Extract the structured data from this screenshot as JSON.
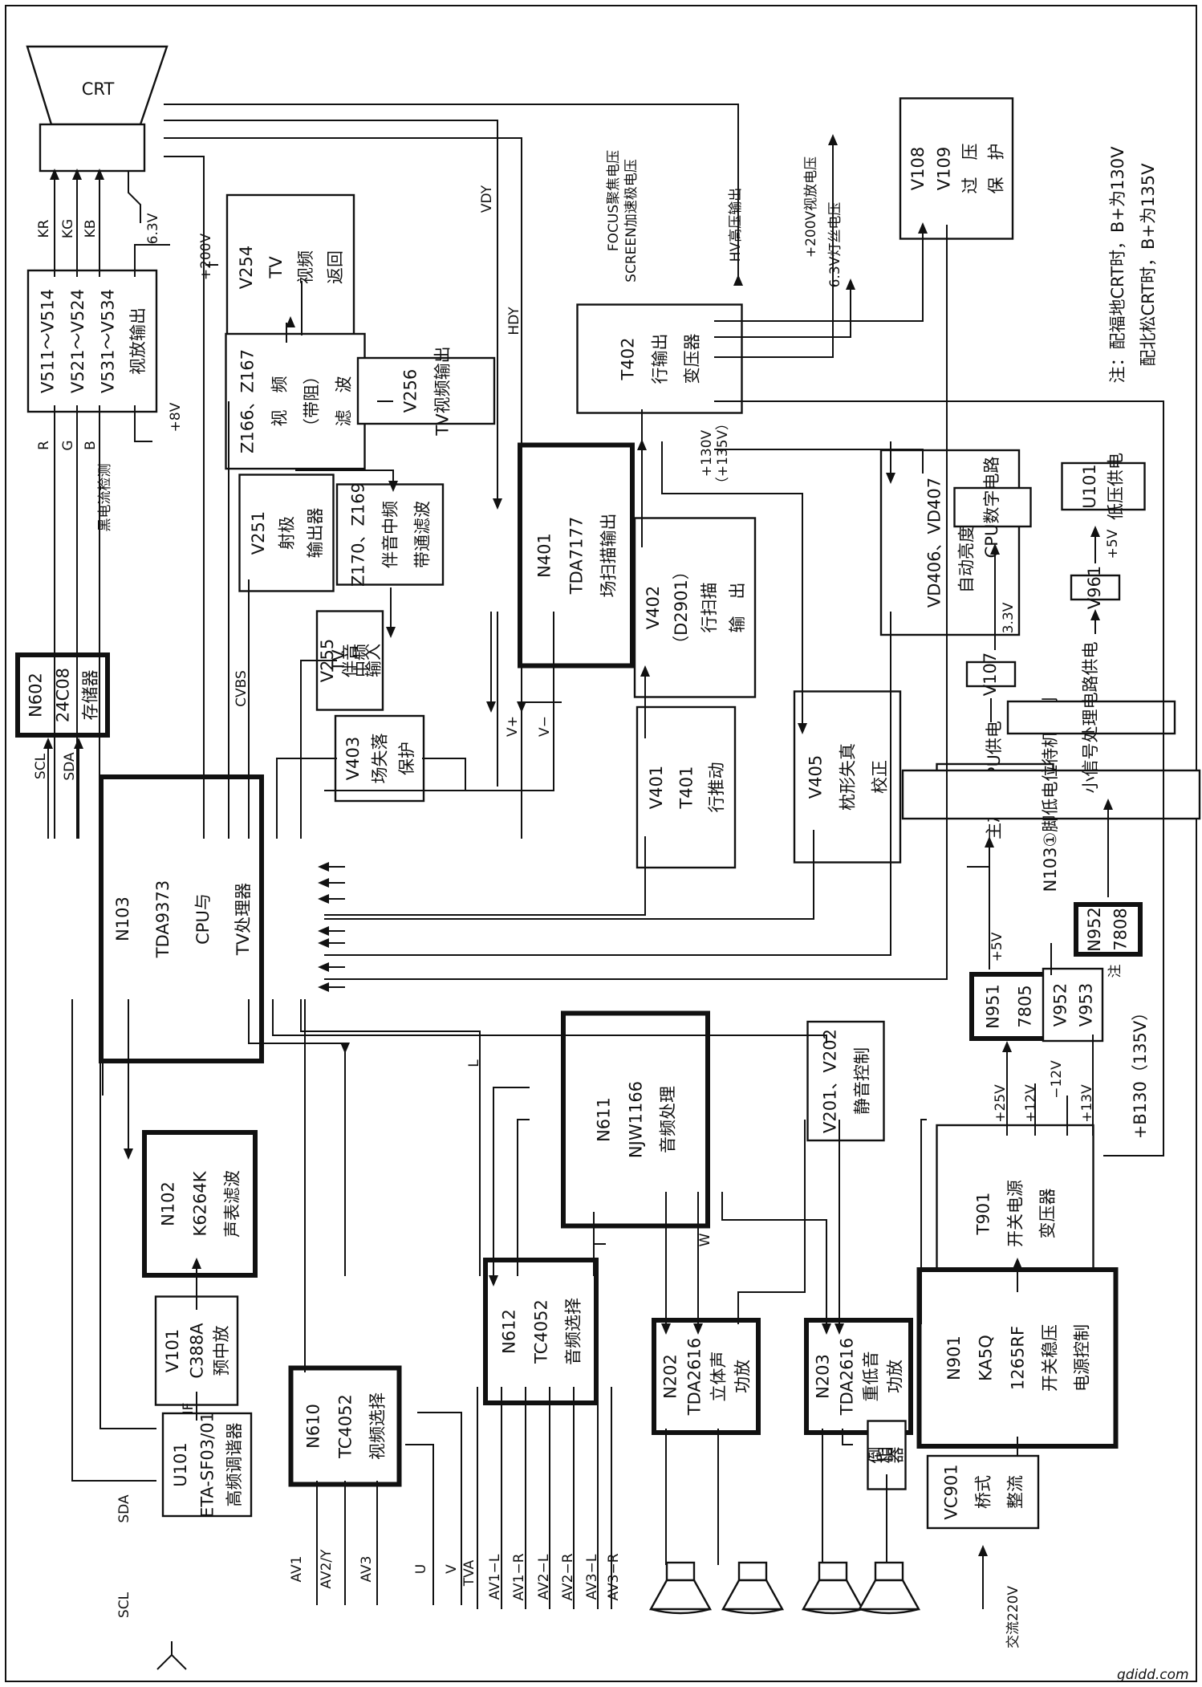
{
  "blocks": {
    "crt": [
      "CRT"
    ],
    "v511": [
      "V511～V514",
      "V521～V524",
      "V531～V534",
      "视放输出"
    ],
    "v254": [
      "V254",
      "TV",
      "视频",
      "返回"
    ],
    "z166": [
      "Z166、Z167",
      "视　频",
      "（带阻）",
      "滤　波"
    ],
    "v256": [
      "V256",
      "TV视频输出"
    ],
    "v251": [
      "V251",
      "射极",
      "输出器"
    ],
    "z170": [
      "Z170、Z169",
      "伴音中频",
      "带通滤波"
    ],
    "v255": [
      "V255",
      "TV",
      "伴音",
      "中频",
      "输入"
    ],
    "n401": [
      "N401",
      "TDA7177",
      "场扫描输出"
    ],
    "v403": [
      "V403",
      "场失落",
      "保护"
    ],
    "t402": [
      "T402",
      "行输出",
      "变压器"
    ],
    "v402": [
      "V402",
      "（D2901）",
      "行扫描",
      "输　出"
    ],
    "v401": [
      "V401",
      "T401",
      "行推动"
    ],
    "v405": [
      "V405",
      "枕形失真",
      "校正"
    ],
    "vd406": [
      "VD406、VD407",
      "自动亮度限制"
    ],
    "v108": [
      "V108",
      "V109",
      "过　压",
      "保　护"
    ],
    "n602": [
      "N602",
      "24C08",
      "存储器"
    ],
    "n103": [
      "N103",
      "TDA9373",
      "CPU与",
      "TV处理器"
    ],
    "n102": [
      "N102",
      "K6264K",
      "声表滤波"
    ],
    "v101": [
      "V101",
      "C388A",
      "预中放"
    ],
    "u101t": [
      "U101",
      "ETA-SF03/01",
      "高频调谐器"
    ],
    "n610": [
      "N610",
      "TC4052",
      "视频选择"
    ],
    "n612": [
      "N612",
      "TC4052",
      "音频选择"
    ],
    "n611": [
      "N611",
      "NJW1166",
      "音频处理"
    ],
    "v201": [
      "V201、V202",
      "静音控制"
    ],
    "n202": [
      "N202",
      "TDA2616",
      "立体声",
      "功放"
    ],
    "n203": [
      "N203",
      "TDA2616",
      "重低音",
      "功放"
    ],
    "phase": [
      "倒",
      "相",
      "器"
    ],
    "t901": [
      "T901",
      "开关电源",
      "变压器"
    ],
    "n901": [
      "N901",
      "KA5Q",
      "1265RF",
      "开关稳压",
      "电源控制"
    ],
    "vc901": [
      "VC901",
      "桥式",
      "整流"
    ],
    "n951": [
      "N951",
      "7805"
    ],
    "v952": [
      "V952",
      "V953"
    ],
    "n952": [
      "N952",
      "7808"
    ],
    "mcpu": [
      "主芯片CPU供电"
    ],
    "n103ctl": [
      "N103①脚低电位待机控制"
    ],
    "small": [
      "小信号处理电路供电"
    ],
    "v107": [
      "V107"
    ],
    "cpud": [
      "CPU数字电路"
    ],
    "v961": [
      "V961"
    ],
    "u101p": [
      "U101",
      "低压供电"
    ]
  },
  "signals": {
    "kr": "KR",
    "kg": "KG",
    "kb": "KB",
    "r": "R",
    "g": "G",
    "b": "B",
    "heater": "6.3V",
    "v200": "+200V",
    "v8": "+8V",
    "beam": "黑电流检测",
    "vdy": "VDY",
    "hdy": "HDY",
    "focus": "FOCUS聚焦电压",
    "screen": "SCREEN加速极电压",
    "hv": "HV高压输出",
    "v200out": "+200V视放电压",
    "fil": "6.3V灯丝电压",
    "v130": "+130V",
    "v135": "（+135V）",
    "cvbs": "CVBS",
    "vplus": "V+",
    "vminus": "V−",
    "scl": "SCL",
    "sda": "SDA",
    "if": "IF",
    "l": "L",
    "w": "W",
    "av1": "AV1",
    "av2": "AV2/Y",
    "av3": "AV3",
    "u": "U",
    "v": "V",
    "tva": "TVA",
    "av1l": "AV1−L",
    "av1r": "AV1−R",
    "av2l": "AV2−L",
    "av2r": "AV2−R",
    "av3l": "AV3−L",
    "av3r": "AV3−R",
    "p25": "+25V",
    "p12": "+12V",
    "m12": "−12V",
    "p13": "+13V",
    "b130": "+B130（135V）",
    "note": "注",
    "p5": "+5V",
    "v33": "3.3V",
    "p5v": "+5V",
    "ac": "交流220V"
  },
  "notes": [
    "注：配福地CRT时，B+为130V",
    "配北松CRT时，B+为135V"
  ],
  "watermark": "gdidd.com"
}
